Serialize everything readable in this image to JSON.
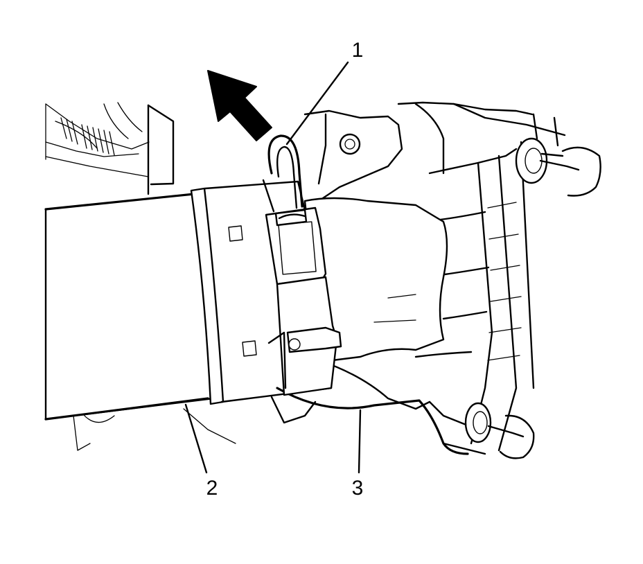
{
  "callouts": [
    {
      "id": "1",
      "label": "1"
    },
    {
      "id": "2",
      "label": "2"
    },
    {
      "id": "3",
      "label": "3"
    }
  ],
  "arrow": {
    "meaning": "direction-of-removal"
  }
}
